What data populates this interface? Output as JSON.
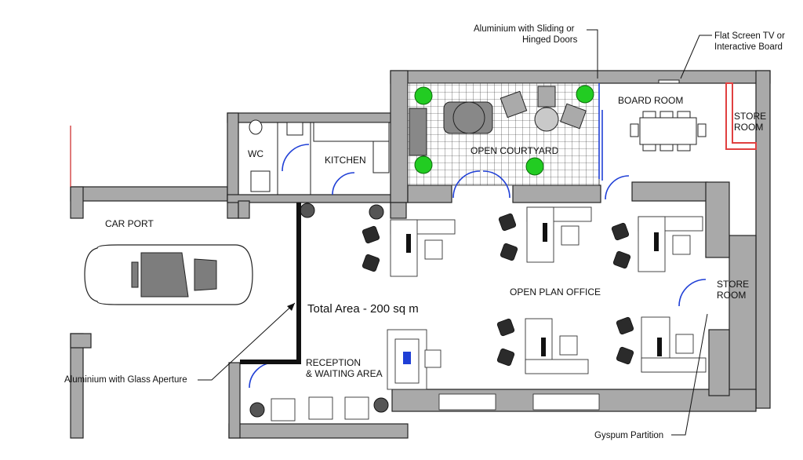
{
  "rooms": {
    "wc": "WC",
    "kitchen": "KITCHEN",
    "open_courtyard": "OPEN COURTYARD",
    "board_room": "BOARD ROOM",
    "store_room_top_1": "STORE",
    "store_room_top_2": "ROOM",
    "car_port": "CAR PORT",
    "open_plan_office": "OPEN PLAN OFFICE",
    "store_room_right_1": "STORE",
    "store_room_right_2": "ROOM",
    "reception_1": "RECEPTION",
    "reception_2": "& WAITING AREA"
  },
  "total_area": "Total Area - 200 sq m",
  "annotations": {
    "sliding_doors_1": "Aluminium with Sliding or",
    "sliding_doors_2": "Hinged Doors",
    "flat_screen_1": "Flat Screen TV or",
    "flat_screen_2": "Interactive Board",
    "glass_aperture": "Aluminium with Glass Aperture",
    "partition": "Gyspum Partition"
  },
  "colors": {
    "wall": "#a9a9a9",
    "door": "#1f3fd6",
    "plant": "#22cc22",
    "store_wall": "#e04040"
  }
}
